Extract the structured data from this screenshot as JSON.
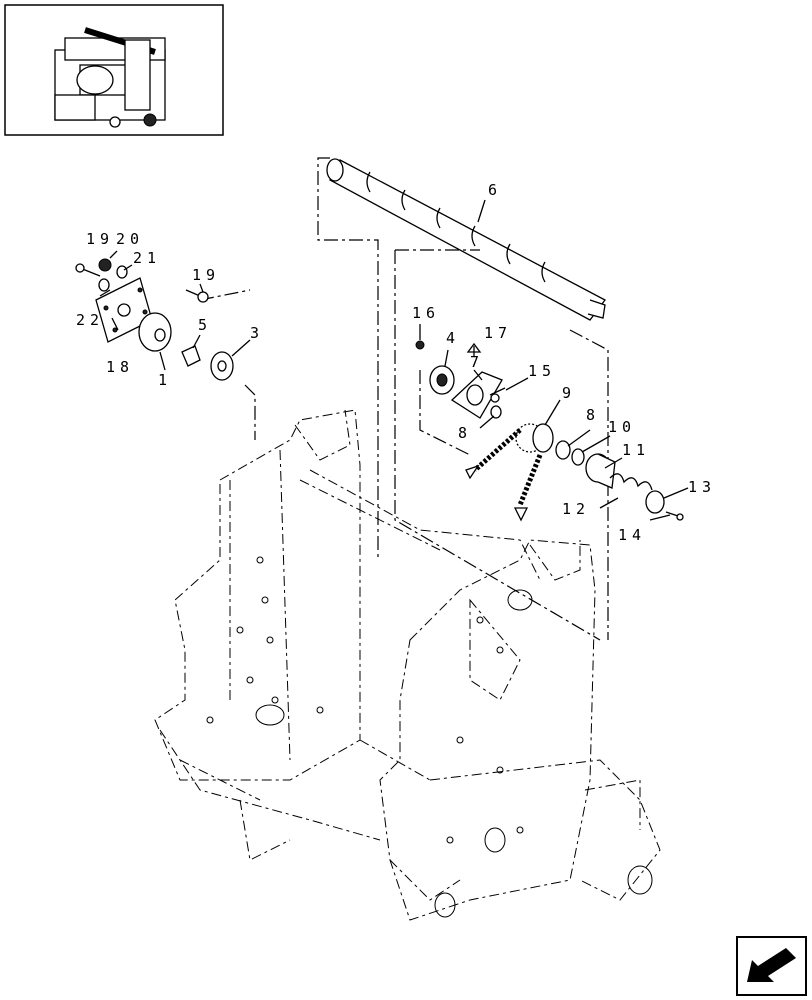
{
  "labels": {
    "p1": "1",
    "p3": "3",
    "p4": "4",
    "p5": "5",
    "p6": "6",
    "p7": "7",
    "p8a": "8",
    "p8b": "8",
    "p9": "9",
    "p10": "10",
    "p11": "11",
    "p12": "12",
    "p13": "13",
    "p14": "14",
    "p15": "15",
    "p16": "16",
    "p17": "17",
    "p18": "18",
    "p19a": "19",
    "p19b": "19",
    "p20": "20",
    "p21": "21",
    "p22": "22"
  },
  "icons": {
    "thumbnail": "baler-overview-thumbnail",
    "nav": "previous-page-arrow-icon"
  }
}
